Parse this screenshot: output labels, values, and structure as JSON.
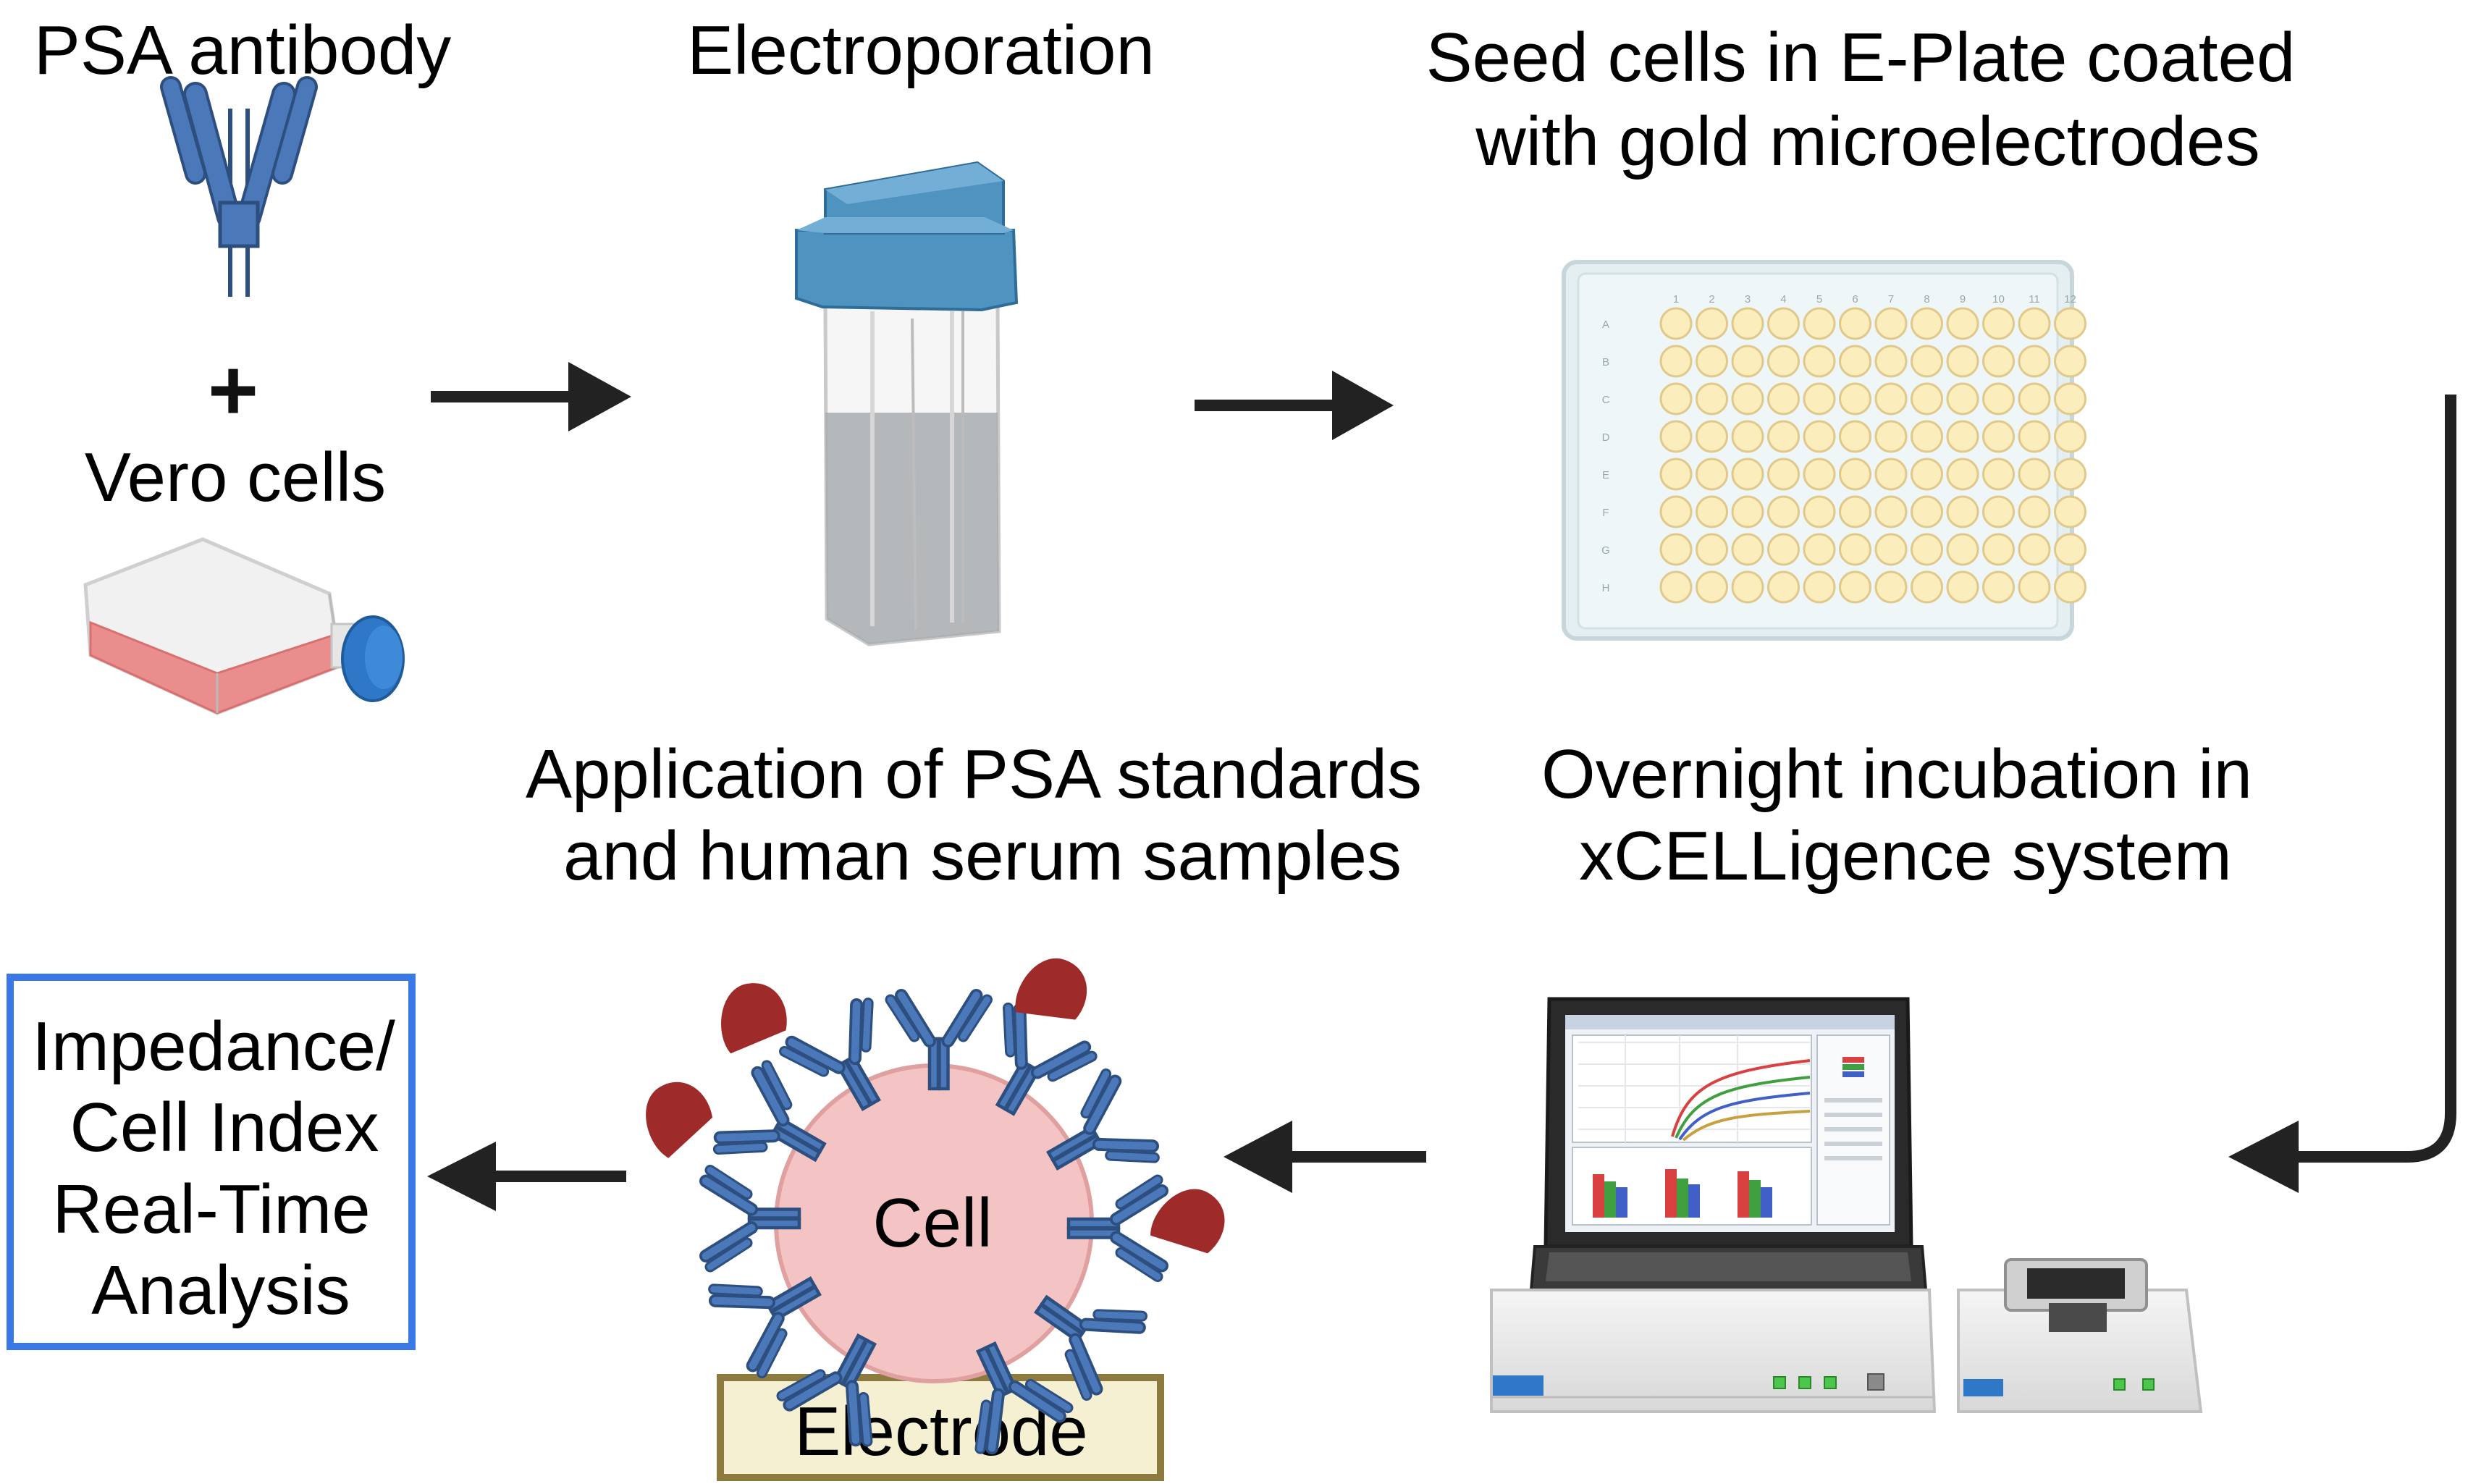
{
  "labels": {
    "psa_antibody": "PSA antibody",
    "plus": "+",
    "vero_cells": "Vero cells",
    "electroporation": "Electroporation",
    "seed_line1": "Seed cells in E-Plate coated",
    "seed_line2": "with gold microelectrodes",
    "application_line1": "Application of PSA standards",
    "application_line2": "and human serum samples",
    "overnight_line1": "Overnight incubation in",
    "overnight_line2": "xCELLigence system",
    "cell": "Cell",
    "electrode": "Electrode",
    "analysis_line1": "Impedance/",
    "analysis_line2": "Cell Index",
    "analysis_line3": "Real-Time",
    "analysis_line4": "Analysis"
  },
  "plate": {
    "columns": [
      "1",
      "2",
      "3",
      "4",
      "5",
      "6",
      "7",
      "8",
      "9",
      "10",
      "11",
      "12"
    ],
    "rows": [
      "A",
      "B",
      "C",
      "D",
      "E",
      "F",
      "G",
      "H"
    ]
  },
  "colors": {
    "antibody_blue": "#4a78b8",
    "antigen_red": "#9e2a2a",
    "cell_fill": "#f4c4c4",
    "cell_stroke": "#e0a0a0",
    "electrode_fill": "#f6f0d2",
    "electrode_stroke": "#8c7a3e",
    "analysis_box_stroke": "#3a78e8",
    "well_fill": "#fbeebc",
    "plate_fill": "#eaf3f4",
    "flask_media": "#ea8d8d",
    "cap_blue": "#2f78c8",
    "cuvette_cap": "#4f93c0",
    "arrow": "#222222"
  }
}
